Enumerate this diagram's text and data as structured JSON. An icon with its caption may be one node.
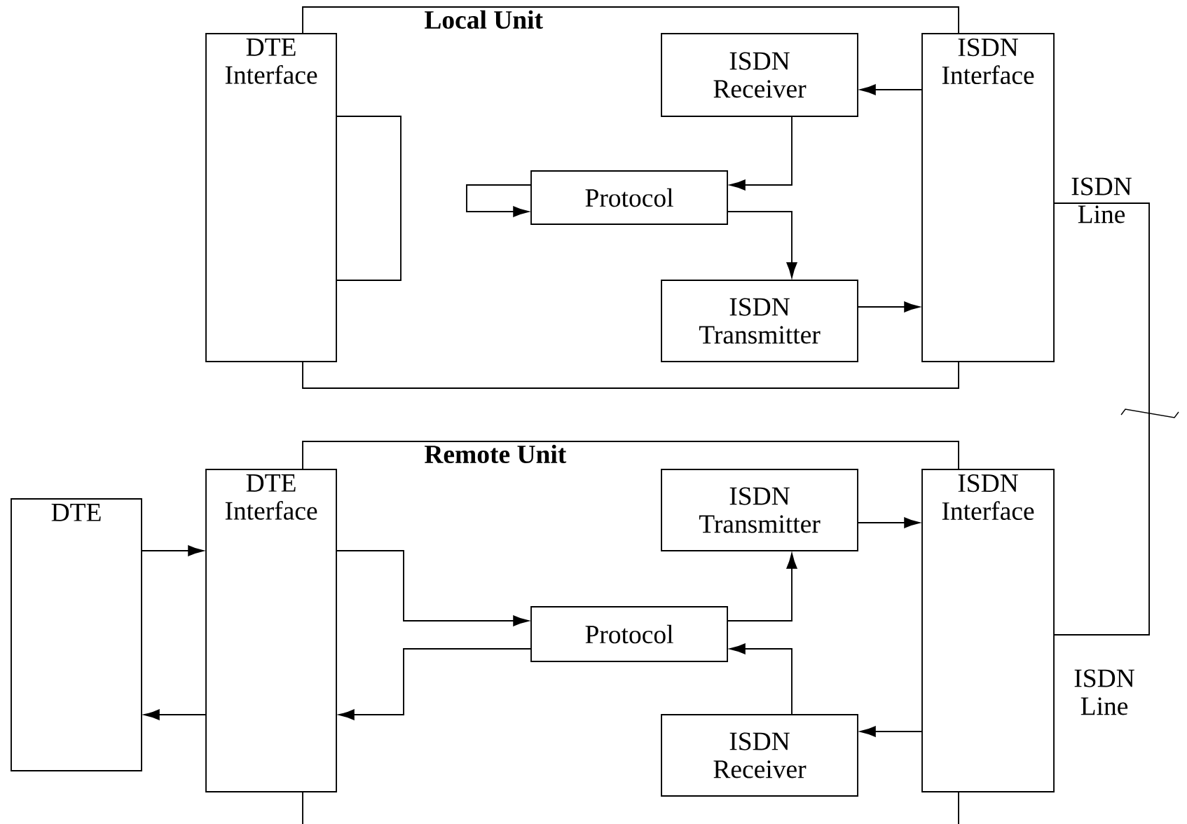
{
  "diagram": {
    "nodes": [
      {
        "text": [
          "Local Unit"
        ]
      },
      {
        "text": [
          "DTE Interface"
        ]
      },
      {
        "text": [
          "ISDN Receiver"
        ],
        "in": 0
      },
      {
        "text": [
          "Protocol"
        ],
        "in": 0
      },
      {
        "text": [
          "ISDN Transmitter"
        ],
        "in": 0
      },
      {
        "text": [
          "ISDN Interface"
        ]
      },
      {
        "text": [
          "Remote Unit"
        ]
      },
      {
        "text": [
          "DTE"
        ]
      },
      {
        "text": [
          "DTE Interface"
        ]
      },
      {
        "text": [
          "ISDN Transmitter"
        ],
        "in": 6
      },
      {
        "text": [
          "Protocol"
        ],
        "in": 6
      },
      {
        "text": [
          "ISDN Receiver"
        ],
        "in": 6
      },
      {
        "text": [
          "ISDN Interface"
        ]
      }
    ],
    "edges": [
      {
        "from": 5,
        "to": 2,
        "arrow": "to"
      },
      {
        "from": 2,
        "to": 3,
        "arrow": "to"
      },
      {
        "from": 3,
        "to": 4,
        "arrow": "to"
      },
      {
        "from": 4,
        "to": 5,
        "arrow": "to"
      },
      {
        "from": 3,
        "to": 3,
        "arrow": "to"
      },
      {
        "from": 1,
        "to": 1,
        "arrow": "none"
      },
      {
        "from": 5,
        "to": 12,
        "arrow": "none"
      },
      {
        "from": 7,
        "to": 8,
        "arrow": "to"
      },
      {
        "from": 8,
        "to": 7,
        "arrow": "to"
      },
      {
        "from": 8,
        "to": 10,
        "arrow": "to"
      },
      {
        "from": 10,
        "to": 8,
        "arrow": "to"
      },
      {
        "from": 10,
        "to": 9,
        "arrow": "to"
      },
      {
        "from": 11,
        "to": 10,
        "arrow": "to"
      },
      {
        "from": 9,
        "to": 12,
        "arrow": "to"
      },
      {
        "from": 12,
        "to": 11,
        "arrow": "to"
      }
    ],
    "labels": [
      "ISDN Line",
      "ISDN Line"
    ]
  }
}
